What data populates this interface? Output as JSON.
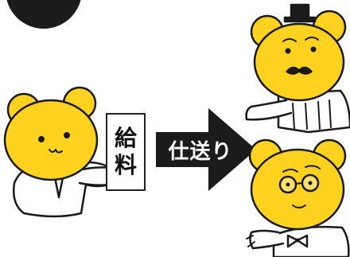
{
  "salary_label": {
    "char1": "給",
    "char2": "料"
  },
  "arrow_label": "仕送り",
  "colors": {
    "bear_yellow": "#ffd21f",
    "outline": "#1a1a1a",
    "arrow_black": "#1b1b1b",
    "background": "#ffffff"
  },
  "icons": [
    "bear-left",
    "bear-top-hat-mustache",
    "bear-glasses",
    "black-circle",
    "right-arrow"
  ]
}
